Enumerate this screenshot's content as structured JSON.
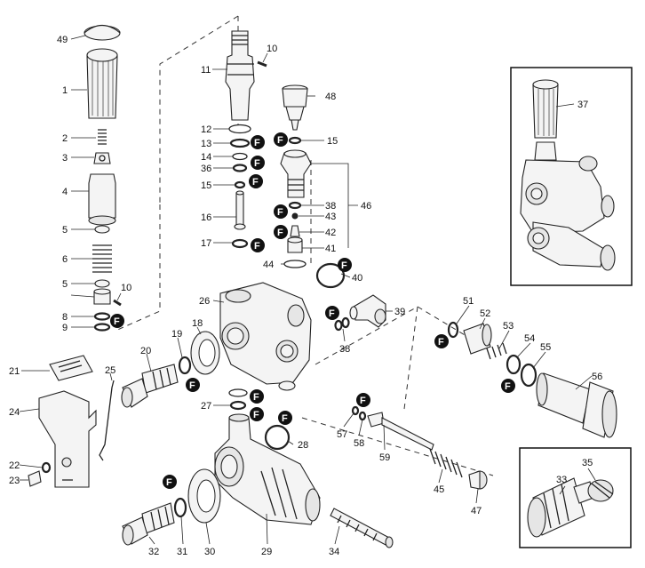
{
  "callouts": {
    "c1": "1",
    "c2": "2",
    "c3": "3",
    "c4": "4",
    "c5a": "5",
    "c5b": "5",
    "c6": "6",
    "c8": "8",
    "c9": "9",
    "c10a": "10",
    "c10b": "10",
    "c11": "11",
    "c12": "12",
    "c13": "13",
    "c14": "14",
    "c15a": "15",
    "c15b": "15",
    "c16": "16",
    "c17": "17",
    "c18": "18",
    "c19": "19",
    "c20": "20",
    "c21": "21",
    "c22": "22",
    "c23": "23",
    "c24": "24",
    "c25": "25",
    "c26": "26",
    "c27": "27",
    "c28": "28",
    "c29": "29",
    "c30": "30",
    "c31": "31",
    "c32": "32",
    "c33": "33",
    "c34": "34",
    "c35": "35",
    "c36": "36",
    "c37": "37",
    "c38a": "38",
    "c38b": "38",
    "c39": "39",
    "c40": "40",
    "c41": "41",
    "c42": "42",
    "c43": "43",
    "c44": "44",
    "c45": "45",
    "c46": "46",
    "c47": "47",
    "c48": "48",
    "c49": "49",
    "c51": "51",
    "c52": "52",
    "c53": "53",
    "c54": "54",
    "c55": "55",
    "c56": "56",
    "c57": "57",
    "c58": "58",
    "c59": "59"
  },
  "badge_letter": "F",
  "colors": {
    "ink": "#111111",
    "paper": "#ffffff",
    "part_fill": "#f4f4f4"
  }
}
